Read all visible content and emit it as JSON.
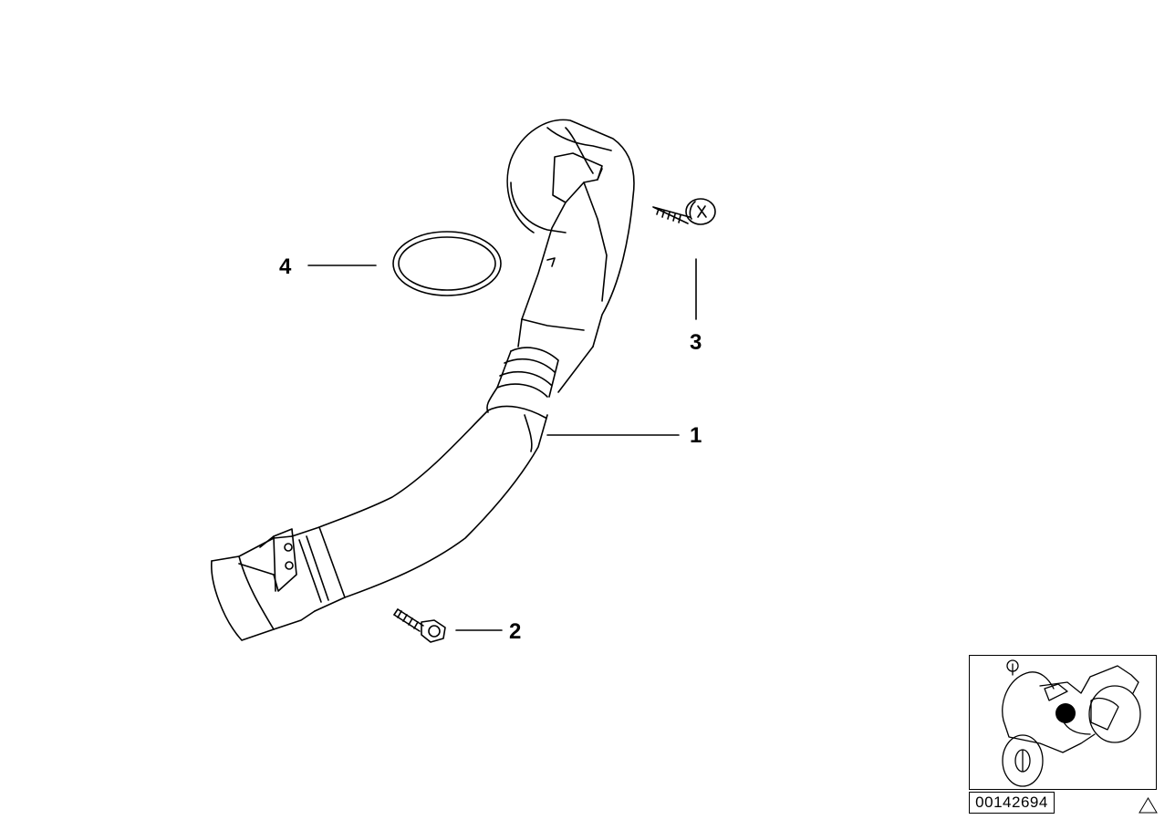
{
  "callouts": {
    "p1": "1",
    "p2": "2",
    "p3": "3",
    "p4": "4"
  },
  "doc_number": "00142694",
  "colors": {
    "line": "#000000",
    "background": "#ffffff",
    "locator_dot": "#000000"
  },
  "icons": {
    "warning": "triangle-icon"
  }
}
